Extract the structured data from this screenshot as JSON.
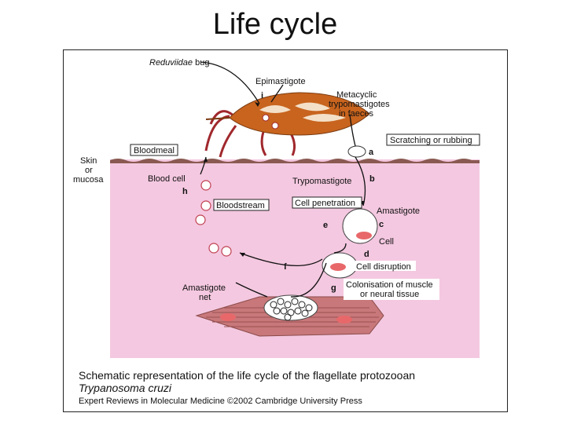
{
  "slide": {
    "title": "Life cycle"
  },
  "labels": {
    "reduviidae_italic": "Reduviidae",
    "reduviidae_rest": " bug",
    "epimastigote": "Epimastigote",
    "metacyclic_1": "Metacyclic",
    "metacyclic_2": "trypomastigotes",
    "metacyclic_3": "in faeces",
    "scratching": "Scratching or rubbing",
    "bloodmeal": "Bloodmeal",
    "skin_1": "Skin",
    "skin_2": "or",
    "skin_3": "mucosa",
    "blood_cell": "Blood cell",
    "trypomastigote": "Trypomastigote",
    "bloodstream": "Bloodstream",
    "cell_penetration": "Cell penetration",
    "amastigote": "Amastigote",
    "cell": "Cell",
    "cell_disruption": "Cell disruption",
    "colonisation_1": "Colonisation of muscle",
    "colonisation_2": "or neural tissue",
    "amastigote_net_1": "Amastigote",
    "amastigote_net_2": "net"
  },
  "steps": {
    "a": "a",
    "b": "b",
    "c": "c",
    "d": "d",
    "e": "e",
    "f": "f",
    "g": "g",
    "h": "h",
    "i": "i"
  },
  "caption": {
    "line1": "Schematic representation of the life cycle of the flagellate protozooan",
    "line2": "Trypanosoma cruzi",
    "line3": "Expert Reviews in Molecular Medicine ©2002 Cambridge University Press"
  },
  "colors": {
    "tissue": "#f4c8e0",
    "skin_border": "#8a5a52",
    "bug_body": "#c8641e",
    "bug_legs": "#a0282d",
    "muscle": "#c8787a",
    "nucleus": "#e8686a"
  }
}
